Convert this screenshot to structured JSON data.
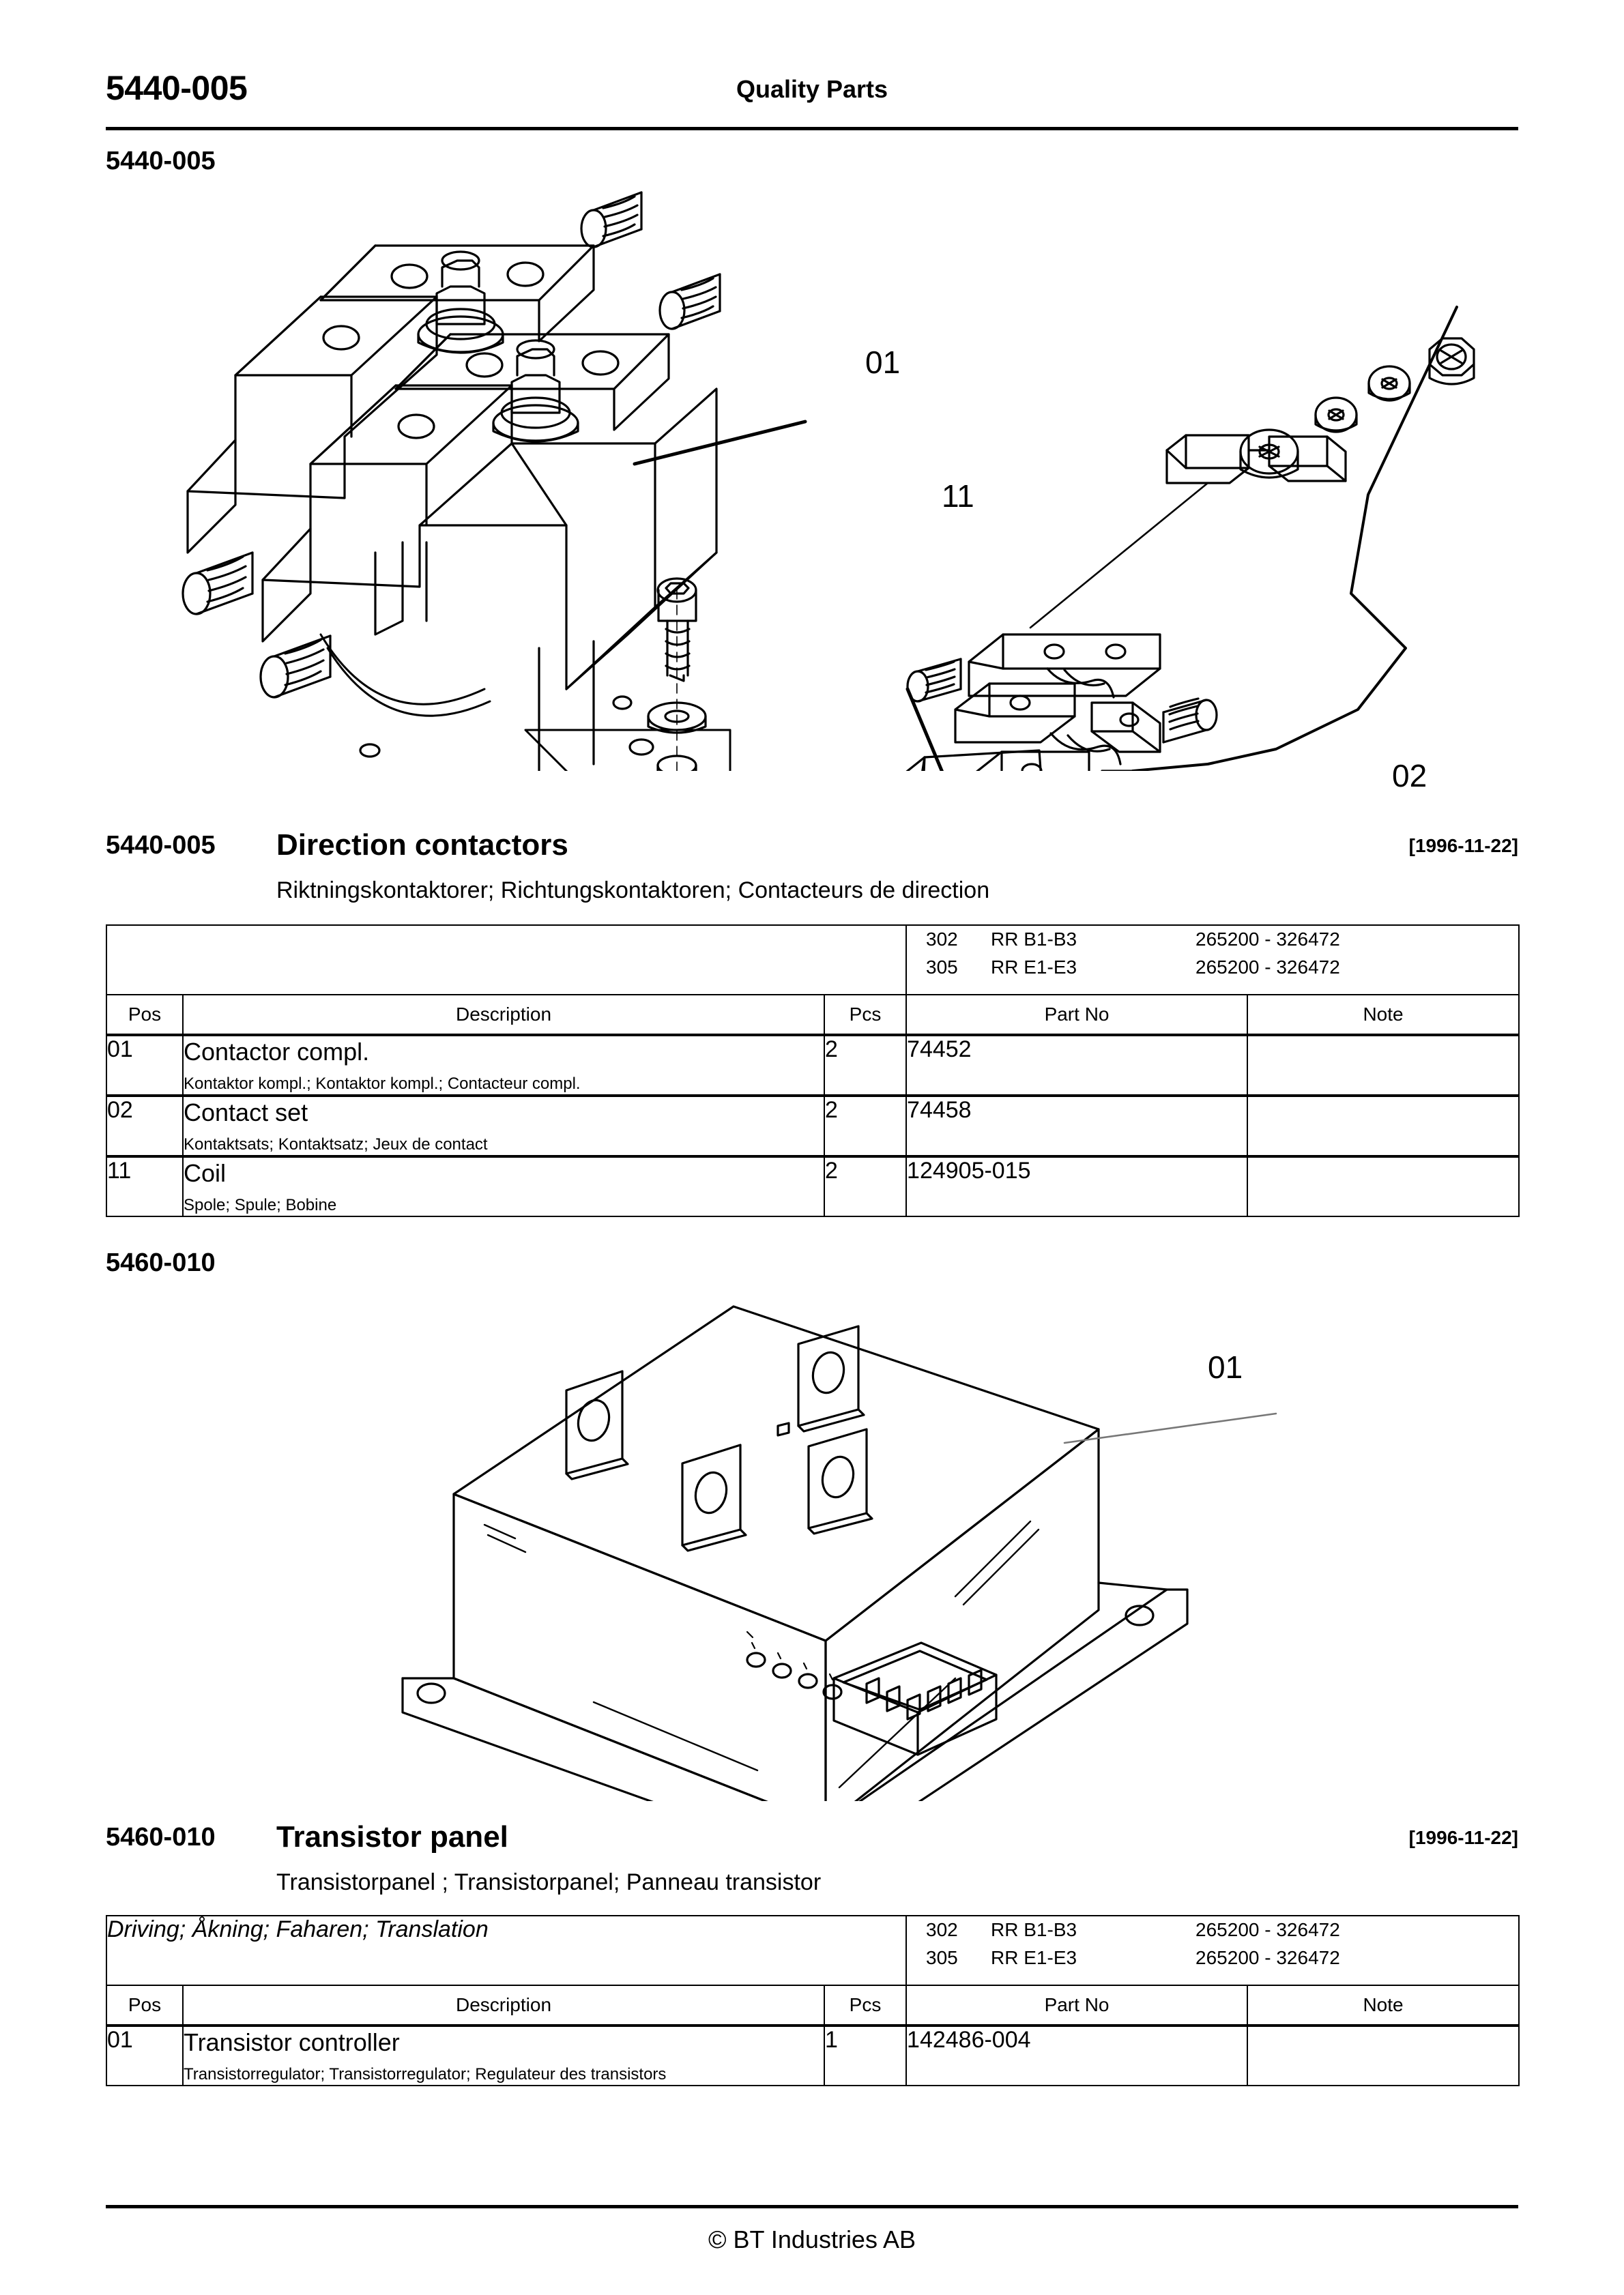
{
  "header": {
    "code": "5440-005",
    "title": "Quality Parts"
  },
  "sections": [
    {
      "code_label": "5440-005",
      "title_code": "5440-005",
      "title_name": "Direction contactors",
      "title_sub": "Riktningskontaktorer; Richtungskontaktoren; Contacteurs de direction",
      "date": "[1996-11-22]",
      "band_left": "",
      "band_rows": [
        {
          "code": "302",
          "model": "RR B1-B3",
          "serial": "265200 - 326472"
        },
        {
          "code": "305",
          "model": "RR E1-E3",
          "serial": "265200 - 326472"
        }
      ],
      "columns": [
        "Pos",
        "Description",
        "Pcs",
        "Part No",
        "Note"
      ],
      "rows": [
        {
          "pos": "01",
          "desc": "Contactor compl.",
          "desc_sub": "Kontaktor kompl.; Kontaktor kompl.; Contacteur compl.",
          "pcs": "2",
          "part_no": "74452",
          "note": ""
        },
        {
          "pos": "02",
          "desc": "Contact set",
          "desc_sub": "Kontaktsats; Kontaktsatz; Jeux de contact",
          "pcs": "2",
          "part_no": "74458",
          "note": ""
        },
        {
          "pos": "11",
          "desc": "Coil",
          "desc_sub": "Spole; Spule; Bobine",
          "pcs": "2",
          "part_no": "124905-015",
          "note": ""
        }
      ],
      "callouts": [
        "01",
        "11",
        "02"
      ]
    },
    {
      "code_label": "5460-010",
      "title_code": "5460-010",
      "title_name": "Transistor panel",
      "title_sub": "Transistorpanel ; Transistorpanel; Panneau transistor",
      "date": "[1996-11-22]",
      "band_left": "Driving; Åkning; Faharen; Translation",
      "band_rows": [
        {
          "code": "302",
          "model": "RR B1-B3",
          "serial": "265200 - 326472"
        },
        {
          "code": "305",
          "model": "RR E1-E3",
          "serial": "265200 - 326472"
        }
      ],
      "columns": [
        "Pos",
        "Description",
        "Pcs",
        "Part No",
        "Note"
      ],
      "rows": [
        {
          "pos": "01",
          "desc": "Transistor controller",
          "desc_sub": "Transistorregulator; Transistorregulator; Regulateur des transistors",
          "pcs": "1",
          "part_no": "142486-004",
          "note": ""
        }
      ],
      "callouts": [
        "01"
      ]
    }
  ],
  "footer": {
    "copyright": "© BT Industries AB"
  }
}
